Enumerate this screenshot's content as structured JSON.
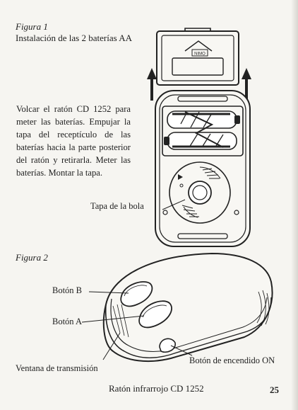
{
  "figure1": {
    "label": "Figura 1",
    "caption": "Instalación de las 2 baterías AA",
    "instructions": "Volcar el ratón CD 1252 para meter las baterías. Empujar la tapa del receptículo de las baterías hacia la parte posterior del ratón y retirarla. Meter las baterías. Montar la tapa.",
    "callout_ball_cover": "Tapa de la bola",
    "lid_logo": "NIMO"
  },
  "figure2": {
    "label": "Figura 2",
    "callout_button_b": "Botón B",
    "callout_button_a": "Botón A",
    "callout_window": "Ventana de transmisión",
    "callout_power": "Botón de encendido ON"
  },
  "footer": {
    "title": "Ratón infrarrojo CD 1252",
    "page_number": "25"
  }
}
